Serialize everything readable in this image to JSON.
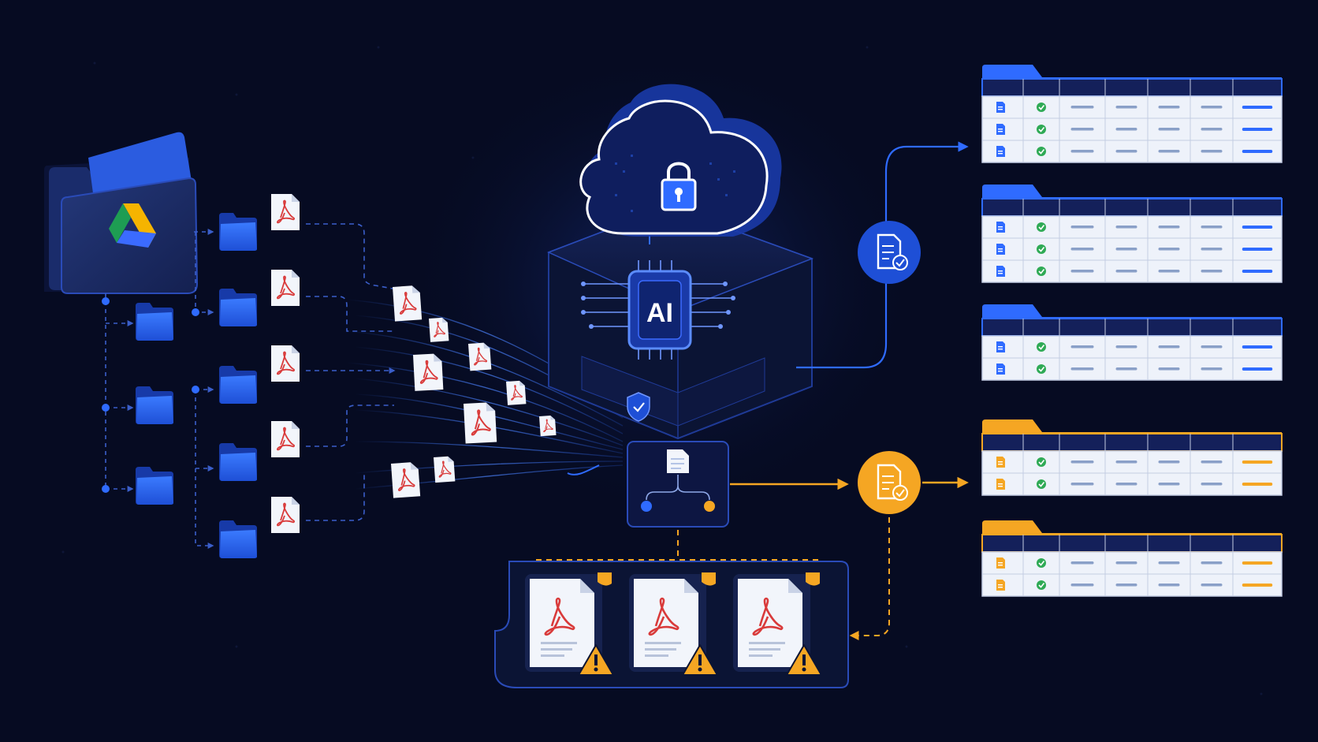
{
  "palette": {
    "background": "#060b22",
    "accent_blue": "#2f6bff",
    "accent_orange": "#f5a623",
    "panel": "#101a40",
    "paper": "#f2f5fb",
    "pdf_red": "#d93a3a",
    "check_green": "#2faa55",
    "warning": "#f5a623"
  },
  "source": {
    "icon": "google-drive-icon"
  },
  "processor": {
    "chip_label": "AI",
    "cloud_icon": "lock-icon",
    "badge_icon": "shield-check-icon",
    "router_icon": "document-branch-icon"
  },
  "outputs": {
    "validated_icon": "document-check-icon",
    "blue_tables": [
      {
        "rows": 3
      },
      {
        "rows": 3
      },
      {
        "rows": 2
      }
    ],
    "orange_tables": [
      {
        "rows": 2
      },
      {
        "rows": 2
      }
    ]
  },
  "flagged": {
    "documents": 3,
    "badge_icon": "warning-icon"
  }
}
